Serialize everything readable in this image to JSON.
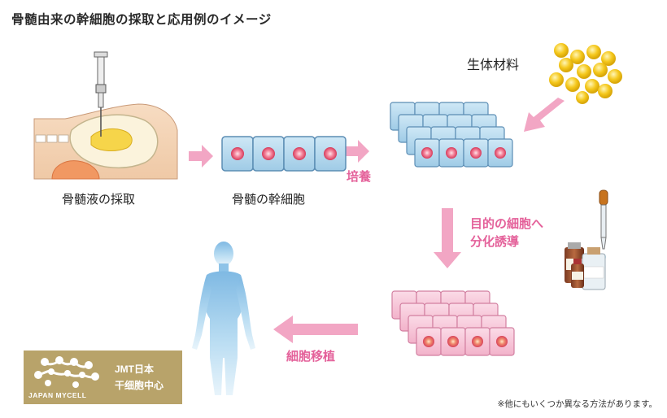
{
  "title": "骨髄由来の幹細胞の採取と応用例のイメージ",
  "labels": {
    "harvest": "骨髄液の採取",
    "stem_cells": "骨髄の幹細胞",
    "culture": "培養",
    "biomaterial": "生体材料",
    "differentiation_line1": "目的の細胞へ",
    "differentiation_line2": "分化誘導",
    "transplant": "細胞移植"
  },
  "logo": {
    "brand": "JAPAN MYCELL",
    "jmt": "JMT日本",
    "center": "干细胞中心"
  },
  "note": "※他にもいくつか異なる方法があります。",
  "colors": {
    "arrow": "#f2a6c4",
    "label_pink": "#e4619a",
    "stem_cell_fill": "#b3d8ee",
    "stem_cell_stroke": "#5b8db4",
    "diff_cell_fill": "#f6c6d8",
    "diff_cell_stroke": "#d27fa0",
    "nucleus": "#e25a6e",
    "biomaterial": "#f2c21a",
    "logo_bg": "#b8a36a"
  },
  "icons": [
    "syringe-icon",
    "pipette-icon",
    "medicine-vials-icon",
    "human-body-icon"
  ]
}
